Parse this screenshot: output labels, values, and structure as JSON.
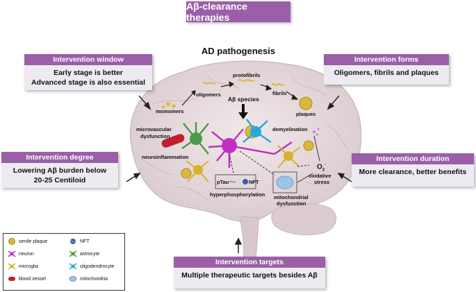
{
  "title": "Aβ-clearance therapies",
  "subtitle": "AD  pathogenesis",
  "panels": {
    "window": {
      "header": "Intervention window",
      "line1": "Early stage is  better",
      "line2": "Advanced stage is also essential"
    },
    "forms": {
      "header": "Intervention forms",
      "line1": "Oligomers, fibrils and plaques"
    },
    "degree": {
      "header": "Intervention degree",
      "line1": "Lowering Aβ burden below",
      "line2": "20-25 Centiloid"
    },
    "duration": {
      "header": "Intervention duration",
      "line1": "More clearance, better benefits"
    },
    "targets": {
      "header": "Intervention targets",
      "line1": "Multiple therapeutic targets besides Aβ"
    }
  },
  "pathway": {
    "momomers": "momomers",
    "oligomers": "oligomers",
    "protofibrils": "protofibrils",
    "fibrils": "fibrils",
    "plaques": "plaques",
    "abeta_species": "Aβ species"
  },
  "labels": {
    "microvascular_1": "microvascular",
    "microvascular_2": "dysfunction",
    "demyelination": "demyelination",
    "neuroinflammation": "neuroinflammation",
    "o2": "O",
    "o2_sub": "2",
    "o2_sup": "·",
    "oxidative_1": "oxidative",
    "oxidative_2": "stress",
    "ptau": "pTau",
    "nft": "NFT",
    "hyperphosphorylation": "hyperphosphorylation",
    "mito_1": "mitochondrial",
    "mito_2": "dysfunction"
  },
  "legend": [
    {
      "label": "senile plaque",
      "icon": "senile-plaque-icon",
      "color": "#d9b93a"
    },
    {
      "label": "NFT",
      "icon": "nft-icon",
      "color": "#3b5fa8"
    },
    {
      "label": "neuron",
      "icon": "neuron-icon",
      "color": "#c030c0"
    },
    {
      "label": "astrocyte",
      "icon": "astrocyte-icon",
      "color": "#4c9b4a"
    },
    {
      "label": "microglia",
      "icon": "microglia-icon",
      "color": "#d6b22a"
    },
    {
      "label": "oligodendrocyte",
      "icon": "oligodendrocyte-icon",
      "color": "#2aa7d9"
    },
    {
      "label": "blood vessel",
      "icon": "blood-vessel-icon",
      "color": "#c0202a"
    },
    {
      "label": "mitochondria",
      "icon": "mitochondria-icon",
      "color": "#9cc3e8"
    }
  ],
  "colors": {
    "accent": "#9b5fa8",
    "panel_bg": "#eeeaf2",
    "brain": "#e8dde0"
  }
}
